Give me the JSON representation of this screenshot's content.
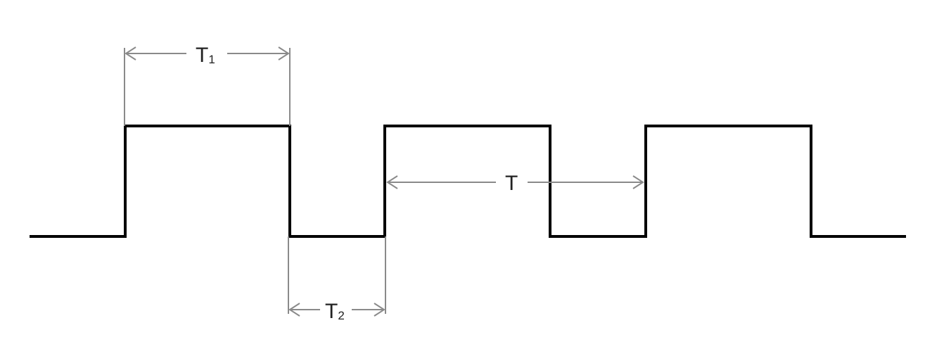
{
  "diagram": {
    "labels": {
      "t1_main": "T",
      "t1_sub": "1",
      "t2_main": "T",
      "t2_sub": "2",
      "t_main": "T"
    },
    "colors": {
      "waveform": "#000000",
      "dimension_lines": "#8a8a8a",
      "text": "#222222",
      "background": "#ffffff"
    }
  }
}
